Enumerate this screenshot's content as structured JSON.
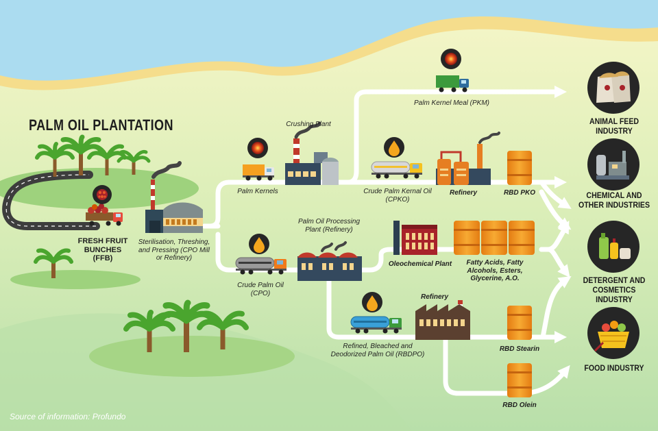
{
  "title": "PALM OIL PLANTATION",
  "source": "Source of information: Profundo",
  "labels": {
    "ffb": "FRESH FRUIT BUNCHES (FFB)",
    "mill": "Sterilisation, Threshing, and Pressing (CPO Mill or Refinery)",
    "crushing_plant": "Crushing Plant",
    "palm_kernels": "Palm Kernels",
    "pkm": "Palm Kernel Meal (PKM)",
    "cpko": "Crude Palm Kernal Oil (CPKO)",
    "refinery_top": "Refinery",
    "rbd_pko": "RBD PKO",
    "processing_plant": "Palm Oil Processing Plant (Refinery)",
    "cpo": "Crude Palm Oil (CPO)",
    "oleochemical_plant": "Oleochemical Plant",
    "fatty": "Fatty Acids, Fatty Alcohols, Esters, Glycerine, A.O.",
    "refinery_bottom": "Refinery",
    "rbdpo": "Refined, Bleached and Deodorized Palm Oil (RBDPO)",
    "rbd_stearin": "RBD Stearin",
    "rbd_olein": "RBD Olein"
  },
  "industries": {
    "animal_feed": "ANIMAL FEED INDUSTRY",
    "chemical": "CHEMICAL AND OTHER INDUSTRIES",
    "detergent": "DETERGENT AND COSMETICS INDUSTRY",
    "food": "FOOD INDUSTRY"
  },
  "colors": {
    "sky": "#a9dcef",
    "sand": "#f4dc8a",
    "land": "#d8ecb5",
    "flow": "#ffffff",
    "barrel": "#f39a1e",
    "circle": "#262626",
    "truck_orange": "#f5a020",
    "truck_green": "#3c9a3c",
    "building_blue": "#34495e",
    "building_red": "#a8232a"
  }
}
